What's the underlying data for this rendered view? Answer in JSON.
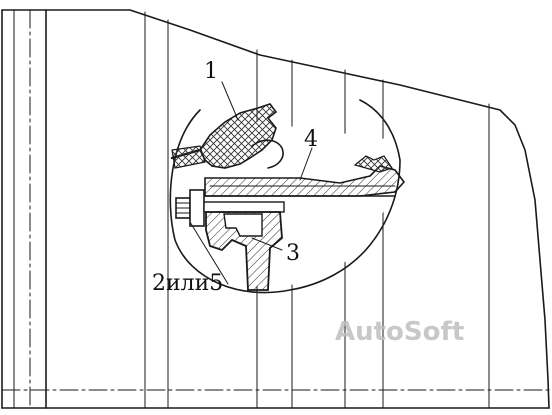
{
  "callouts": {
    "part1": "1",
    "part4": "4",
    "part3": "3",
    "part2or5": "2или5"
  },
  "watermark": "AutoSoft",
  "colors": {
    "line": "#1a1a1a",
    "hatch": "#333333",
    "watermark": "#bfbfbf",
    "background": "#ffffff"
  }
}
